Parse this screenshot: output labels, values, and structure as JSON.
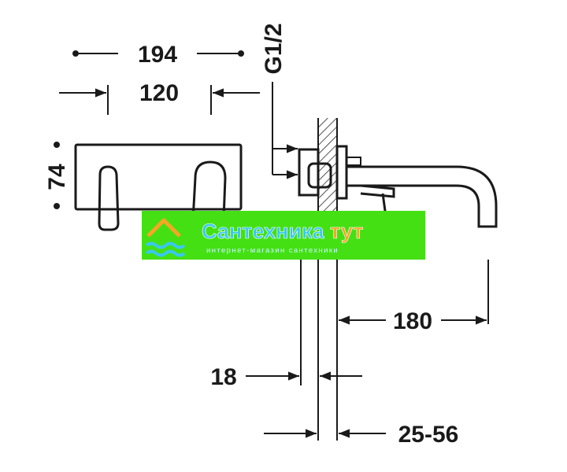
{
  "dimensions": {
    "overall_width": "194",
    "handle_spacing": "120",
    "plate_height": "74",
    "thread": "G1/2",
    "spout_length": "180",
    "wall_offset": "18",
    "wall_range": "25-56"
  },
  "watermark": {
    "title_part1": "Сантехника",
    "title_part2": "тут",
    "subtitle": "интернет-магазин сантехники",
    "colors": {
      "background": "#44e014",
      "title": "#38c8f0",
      "title_accent": "#f5a623",
      "subtitle": "#c8f5ff"
    }
  },
  "line_color": "#1a1a1a"
}
